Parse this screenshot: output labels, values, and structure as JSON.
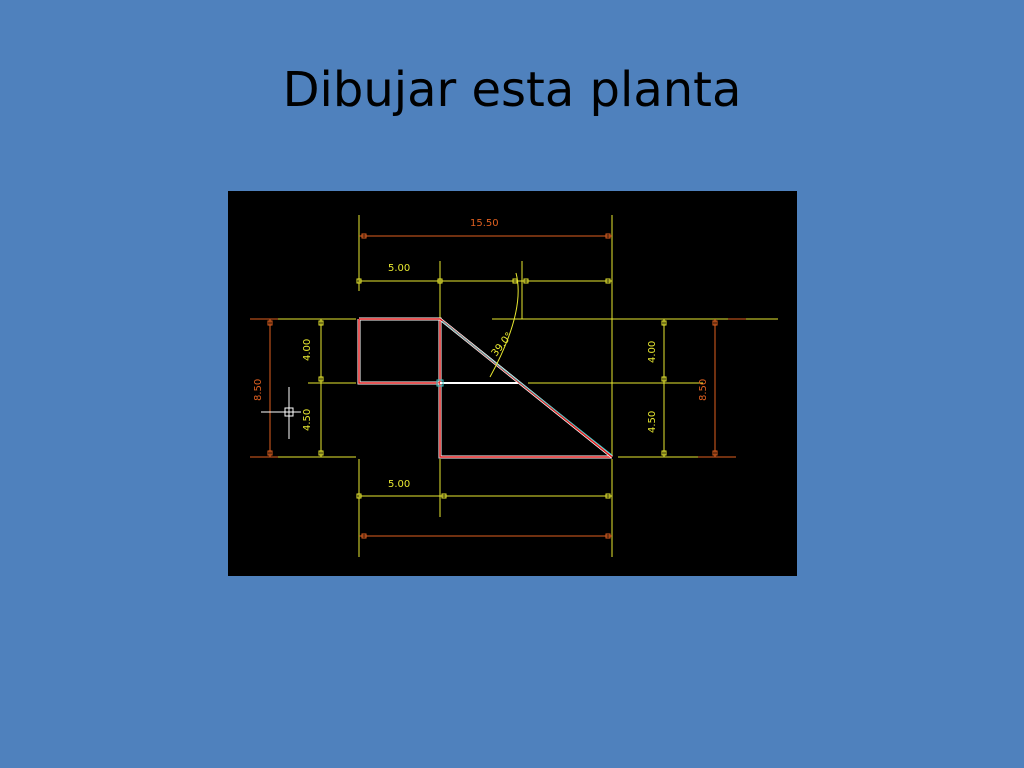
{
  "slide": {
    "title": "Dibujar esta planta"
  },
  "colors": {
    "background": "#4f81bd",
    "canvas": "#000000",
    "yellow": "#e8e830",
    "orange": "#e06020",
    "red": "#e02020",
    "cyan": "#40c8c8",
    "white": "#ffffff",
    "outline": "#ff3030"
  },
  "drawing": {
    "dimensions": {
      "top_total": "15.50",
      "top_left": "5.00",
      "bottom_left": "5.00",
      "left_total": "8.50",
      "left_upper": "4.00",
      "left_lower": "4.50",
      "right_upper": "4.00",
      "right_lower": "4.50",
      "right_total": "8.50",
      "angle": "39.0°"
    }
  }
}
